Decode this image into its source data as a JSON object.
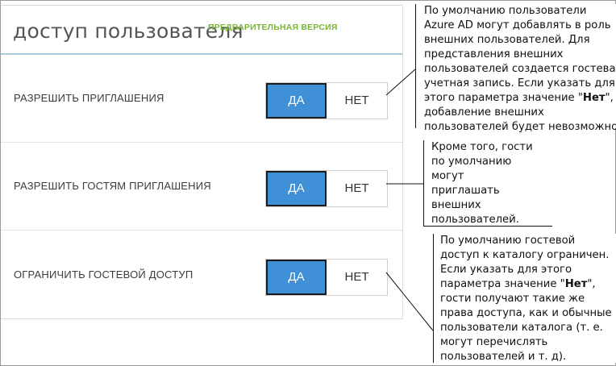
{
  "panel": {
    "title": "доступ пользователя",
    "badge": "ПРЕДВАРИТЕЛЬНАЯ ВЕРСИЯ"
  },
  "rows": [
    {
      "label": "РАЗРЕШИТЬ ПРИГЛАШЕНИЯ",
      "yes": "ДА",
      "no": "НЕТ",
      "selected": "ДА"
    },
    {
      "label": "РАЗРЕШИТЬ ГОСТЯМ ПРИГЛАШЕНИЯ",
      "yes": "ДА",
      "no": "НЕТ",
      "selected": "ДА"
    },
    {
      "label": "ОГРАНИЧИТЬ ГОСТЕВОЙ ДОСТУП",
      "yes": "ДА",
      "no": "НЕТ",
      "selected": "ДА"
    }
  ],
  "callouts": {
    "c1": {
      "lines": [
        "По умолчанию пользователи",
        "Azure AD могут добавлять в роль",
        "внешних пользователей. Для",
        "представления внешних",
        "пользователей создается гостевая",
        "учетная запись. Если указать для",
        "этого параметра значение \"",
        "Нет",
        "\",",
        "добавление внешних",
        "пользователей будет невозможно."
      ]
    },
    "c2": {
      "lines": [
        "Кроме того, гости",
        "по умолчанию",
        "могут",
        "приглашать",
        "внешних",
        "пользователей."
      ]
    },
    "c3": {
      "lines": [
        "По умолчанию гостевой",
        "доступ к каталогу ограничен.",
        "Если указать для этого",
        "параметра значение \"",
        "Нет",
        "\",",
        "гости получают такие же",
        "права доступа, как и обычные",
        "пользователи каталога (т. е.",
        "могут перечислять",
        "пользователей и т. д)."
      ]
    }
  }
}
